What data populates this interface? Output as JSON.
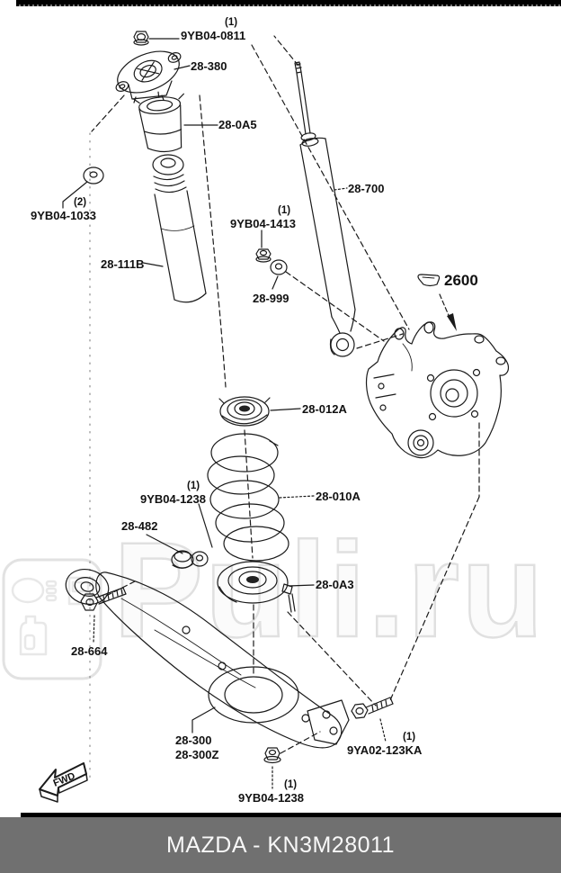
{
  "footer": {
    "text": "MAZDA - KN3M28011"
  },
  "watermark": {
    "text": "Puli.ru"
  },
  "fwd": {
    "label": "FWD"
  },
  "colors": {
    "line": "#1a1a1a",
    "footer_bg": "#707070",
    "footer_text": "#f8f8f8",
    "watermark": "#e0e0e0"
  },
  "parts": [
    {
      "callout": "9YB04-0811",
      "qty": "(1)"
    },
    {
      "callout": "28-380"
    },
    {
      "callout": "28-0A5"
    },
    {
      "callout": "9YB04-1033",
      "qty": "(2)"
    },
    {
      "callout": "28-111B"
    },
    {
      "callout": "9YB04-1413",
      "qty": "(1)"
    },
    {
      "callout": "28-999"
    },
    {
      "callout": "28-700"
    },
    {
      "callout": "2600"
    },
    {
      "callout": "28-012A"
    },
    {
      "callout": "28-010A"
    },
    {
      "callout": "9YB04-1238",
      "qty": "(1)"
    },
    {
      "callout": "28-482"
    },
    {
      "callout": "28-664"
    },
    {
      "callout": "28-0A3"
    },
    {
      "callout": "28-300"
    },
    {
      "callout": "28-300Z"
    },
    {
      "callout": "9YA02-123KA",
      "qty": "(1)"
    },
    {
      "callout": "9YB04-1238",
      "qty": "(1)"
    }
  ]
}
